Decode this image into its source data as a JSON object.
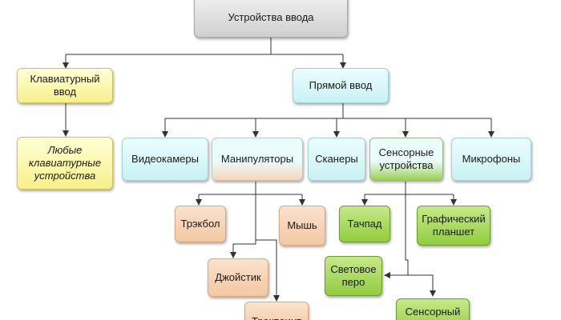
{
  "nodes": {
    "root": "Устройства ввода",
    "keyboard": "Клавиатурный ввод",
    "direct": "Прямой ввод",
    "any_keyboard": "Любые клавиатурные устройства",
    "cameras": "Видеокамеры",
    "manipulators": "Манипуляторы",
    "scanners": "Сканеры",
    "touch": "Сенсорные устройства",
    "mics": "Микрофоны",
    "trackball": "Трэкбол",
    "mouse": "Мышь",
    "joystick": "Джойстик",
    "trackpoint": "Трекпоинт",
    "touchpad": "Тачпад",
    "tablet": "Графический планшет",
    "lightpen": "Световое перо",
    "touchscreen": "Сенсорный экран"
  },
  "colors": {
    "root": "#dcdcdc",
    "category": "#f7f08a",
    "device": "#c9f1f3",
    "manipulator_item": "#f3c7a3",
    "touch_item": "#92cc3f",
    "connector": "#333333"
  }
}
